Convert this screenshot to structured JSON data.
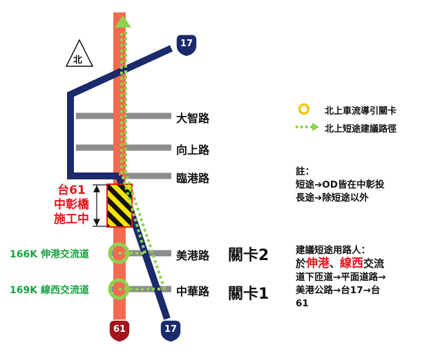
{
  "north_label": "北",
  "highway_shields": {
    "top_right": "17",
    "bottom_left": "61",
    "bottom_right": "17"
  },
  "roads": [
    {
      "name": "大智路"
    },
    {
      "name": "向上路"
    },
    {
      "name": "臨港路"
    },
    {
      "name": "美港路"
    },
    {
      "name": "中華路"
    }
  ],
  "construction": {
    "line1": "台61",
    "line2": "中彰橋",
    "line3": "施工中"
  },
  "interchanges": [
    {
      "label": "166K 伸港交流道"
    },
    {
      "label": "169K 線西交流道"
    }
  ],
  "checkpoints": [
    {
      "label": "關卡2"
    },
    {
      "label": "關卡1"
    }
  ],
  "legend": [
    {
      "icon": "yellow-ring-icon",
      "text": "北上車流導引關卡"
    },
    {
      "icon": "green-dotted-arrow-icon",
      "text": "北上短途建議路徑"
    }
  ],
  "note": {
    "title": "註：",
    "line1": "短途➔OD皆在中彰投",
    "line2": "長途➔除短途以外"
  },
  "advice": {
    "line1": "建議短途用路人：",
    "prefix": "於",
    "hl1": "伸港",
    "sep": "、",
    "hl2": "線西",
    "suffix": "交流",
    "line3": "道下匝道→平面道路→",
    "line4": "美港公路→台17→台",
    "line5": "61"
  },
  "colors": {
    "highway61": "#f26b4f",
    "highway17": "#1b2a6b",
    "local_road": "#8c8c8c",
    "route": "#8fd14f",
    "ring": "#8fd14f",
    "legend_ring": "#f5c518",
    "construction_text": "#e8141b",
    "interchange_text": "#17a341"
  }
}
